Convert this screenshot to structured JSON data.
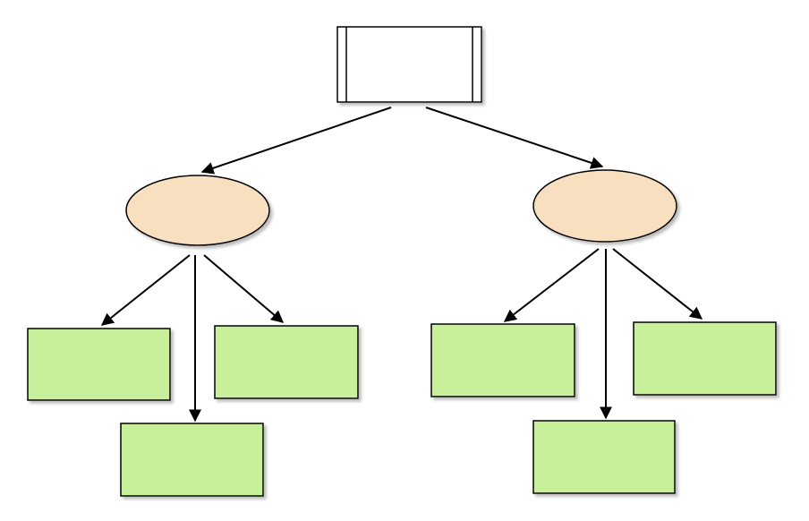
{
  "diagram": {
    "type": "tree",
    "colors": {
      "root_fill": "#ffffff",
      "ellipse_fill": "#f8dfc0",
      "leaf_fill": "#c8f09a",
      "stroke": "#000000",
      "shadow": "#b8b8b8"
    },
    "nodes": [
      {
        "id": "root",
        "shape": "process-rect",
        "label": ""
      },
      {
        "id": "left-group",
        "shape": "ellipse",
        "label": ""
      },
      {
        "id": "right-group",
        "shape": "ellipse",
        "label": ""
      },
      {
        "id": "left-leaf-1",
        "shape": "rect",
        "label": ""
      },
      {
        "id": "left-leaf-2",
        "shape": "rect",
        "label": ""
      },
      {
        "id": "left-leaf-3",
        "shape": "rect",
        "label": ""
      },
      {
        "id": "right-leaf-1",
        "shape": "rect",
        "label": ""
      },
      {
        "id": "right-leaf-2",
        "shape": "rect",
        "label": ""
      },
      {
        "id": "right-leaf-3",
        "shape": "rect",
        "label": ""
      }
    ],
    "edges": [
      {
        "from": "root",
        "to": "left-group"
      },
      {
        "from": "root",
        "to": "right-group"
      },
      {
        "from": "left-group",
        "to": "left-leaf-1"
      },
      {
        "from": "left-group",
        "to": "left-leaf-2"
      },
      {
        "from": "left-group",
        "to": "left-leaf-3"
      },
      {
        "from": "right-group",
        "to": "right-leaf-1"
      },
      {
        "from": "right-group",
        "to": "right-leaf-2"
      },
      {
        "from": "right-group",
        "to": "right-leaf-3"
      }
    ]
  }
}
